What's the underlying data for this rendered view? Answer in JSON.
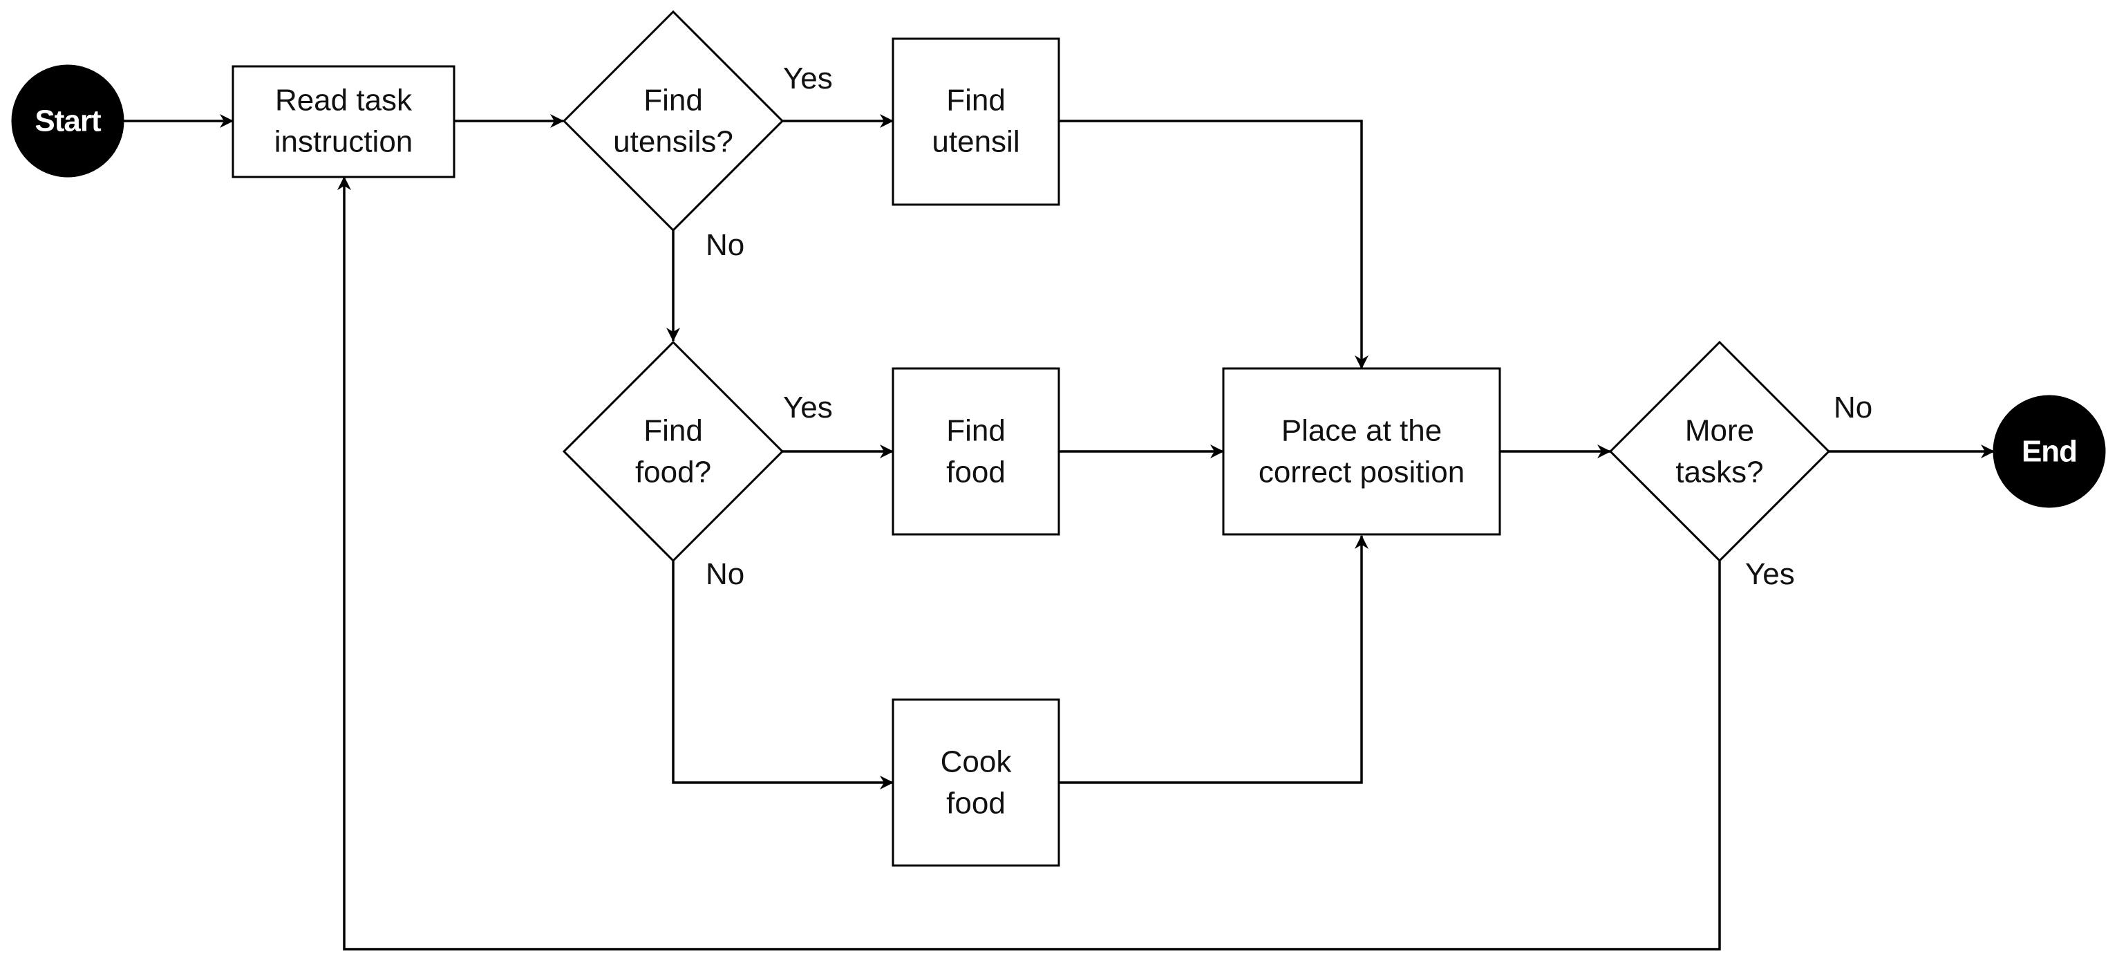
{
  "nodes": {
    "start": {
      "label": "Start"
    },
    "read_task": {
      "lines": [
        "Read task",
        "instruction"
      ]
    },
    "find_utensils_decision": {
      "lines": [
        "Find",
        "utensils?"
      ]
    },
    "find_utensil": {
      "lines": [
        "Find",
        "utensil"
      ]
    },
    "find_food_decision": {
      "lines": [
        "Find",
        "food?"
      ]
    },
    "find_food": {
      "lines": [
        "Find",
        "food"
      ]
    },
    "place": {
      "lines": [
        "Place at the",
        "correct position"
      ]
    },
    "more_tasks_decision": {
      "lines": [
        "More",
        "tasks?"
      ]
    },
    "end": {
      "label": "End"
    },
    "cook_food": {
      "lines": [
        "Cook",
        "food"
      ]
    }
  },
  "edge_labels": {
    "utensils_yes": "Yes",
    "utensils_no": "No",
    "food_yes": "Yes",
    "food_no": "No",
    "more_no": "No",
    "more_yes": "Yes"
  }
}
